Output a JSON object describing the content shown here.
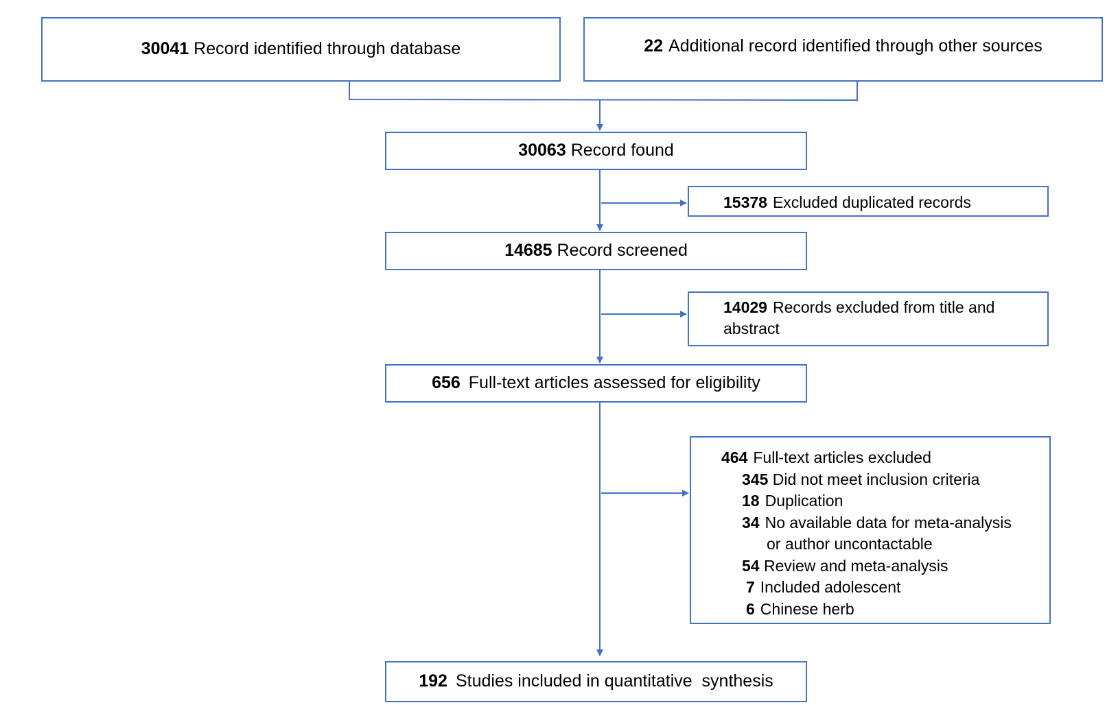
{
  "colors": {
    "border": "#4472c4",
    "connector": "#4472c4",
    "text": "#000000",
    "background": "#ffffff"
  },
  "boxes": {
    "database": {
      "count": "30041",
      "label": "Record identified through database"
    },
    "other_sources": {
      "count": "22",
      "label": "Additional record identified through other sources"
    },
    "found": {
      "count": "30063",
      "label": "Record found"
    },
    "duplicates": {
      "count": "15378",
      "label": "Excluded duplicated records"
    },
    "screened": {
      "count": "14685",
      "label": "Record screened"
    },
    "title_abstract": {
      "count": "14029",
      "label_line1": "Records excluded from title and",
      "label_line2": "abstract"
    },
    "fulltext": {
      "count": "656",
      "label": "Full-text articles assessed for eligibility"
    },
    "fulltext_excluded": {
      "count": "464",
      "label": "Full-text articles excluded",
      "reasons": [
        {
          "count": "345",
          "label": "Did not meet inclusion criteria"
        },
        {
          "count": "18",
          "label": "Duplication"
        },
        {
          "count": "34",
          "label": "No available data for meta-analysis",
          "label_cont": "or author uncontactable"
        },
        {
          "count": "54",
          "label": "Review and meta-analysis"
        },
        {
          "count": "7",
          "label": "Included adolescent"
        },
        {
          "count": "6",
          "label": "Chinese herb"
        }
      ]
    },
    "included": {
      "count": "192",
      "label": "Studies included in quantitative  synthesis"
    }
  }
}
